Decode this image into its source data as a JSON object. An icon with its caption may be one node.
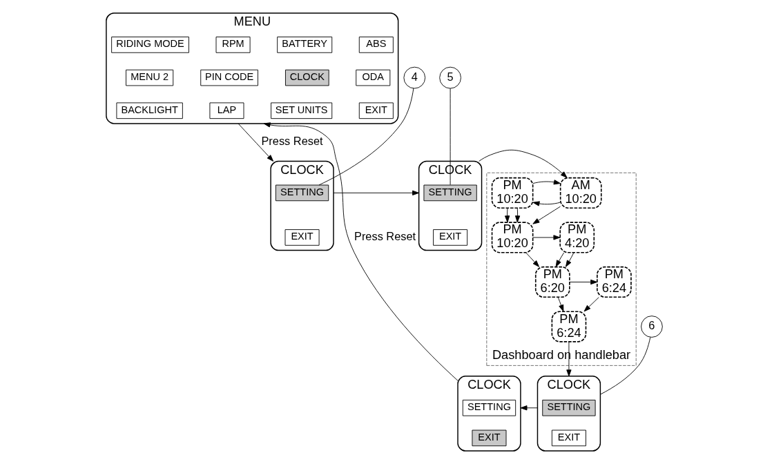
{
  "diagram": {
    "nodes": [
      {
        "text": [
          "MENU"
        ]
      },
      {
        "text": [
          "RIDING MODE"
        ],
        "in": 0
      },
      {
        "text": [
          "RPM"
        ],
        "in": 0
      },
      {
        "text": [
          "BATTERY"
        ],
        "in": 0
      },
      {
        "text": [
          "ABS"
        ],
        "in": 0
      },
      {
        "text": [
          "MENU 2"
        ],
        "in": 0
      },
      {
        "text": [
          "PIN CODE"
        ],
        "in": 0
      },
      {
        "text": [
          "CLOCK"
        ],
        "in": 0
      },
      {
        "text": [
          "ODA"
        ],
        "in": 0
      },
      {
        "text": [
          "BACKLIGHT"
        ],
        "in": 0
      },
      {
        "text": [
          "LAP"
        ],
        "in": 0
      },
      {
        "text": [
          "SET UNITS"
        ],
        "in": 0
      },
      {
        "text": [
          "EXIT"
        ],
        "in": 0
      },
      {
        "text": [
          "CLOCK"
        ]
      },
      {
        "text": [
          "SETTING"
        ],
        "in": 13
      },
      {
        "text": [
          "EXIT"
        ],
        "in": 13
      },
      {
        "text": [
          "CLOCK"
        ]
      },
      {
        "text": [
          "SETTING"
        ],
        "in": 16
      },
      {
        "text": [
          "EXIT"
        ],
        "in": 16
      },
      {
        "text": [
          "Dashboard on handlebar"
        ]
      },
      {
        "text": [
          "AM",
          "10:20"
        ],
        "in": 19
      },
      {
        "text": [
          "PM",
          "10:20"
        ],
        "in": 19
      },
      {
        "text": [
          "PM",
          "10:20"
        ],
        "in": 19
      },
      {
        "text": [
          "PM",
          "4:20"
        ],
        "in": 19
      },
      {
        "text": [
          "PM",
          "6:20"
        ],
        "in": 19
      },
      {
        "text": [
          "PM",
          "6:24"
        ],
        "in": 19
      },
      {
        "text": [
          "PM",
          "6:24"
        ],
        "in": 19
      },
      {
        "text": [
          "CLOCK"
        ]
      },
      {
        "text": [
          "SETTING"
        ],
        "in": 27
      },
      {
        "text": [
          "EXIT"
        ],
        "in": 27
      },
      {
        "text": [
          "CLOCK"
        ]
      },
      {
        "text": [
          "SETTING"
        ],
        "in": 30
      },
      {
        "text": [
          "EXIT"
        ],
        "in": 30
      },
      {
        "text": [
          "4"
        ]
      },
      {
        "text": [
          "5"
        ]
      },
      {
        "text": [
          "6"
        ]
      }
    ],
    "edges": [
      {
        "from": 0,
        "to": 13,
        "arrow": "to",
        "label": "Press Reset"
      },
      {
        "from": 13,
        "to": 16,
        "arrow": "to"
      },
      {
        "from": 16,
        "to": 20,
        "arrow": "to"
      },
      {
        "from": 20,
        "to": 21,
        "arrow": "to"
      },
      {
        "from": 21,
        "to": 20,
        "arrow": "to"
      },
      {
        "from": 20,
        "to": 22,
        "arrow": "to"
      },
      {
        "from": 21,
        "to": 22,
        "arrow": "to"
      },
      {
        "from": 21,
        "to": 22,
        "arrow": "to"
      },
      {
        "from": 22,
        "to": 23,
        "arrow": "to"
      },
      {
        "from": 22,
        "to": 24,
        "arrow": "to"
      },
      {
        "from": 23,
        "to": 24,
        "arrow": "to"
      },
      {
        "from": 23,
        "to": 24,
        "arrow": "to"
      },
      {
        "from": 24,
        "to": 25,
        "arrow": "to"
      },
      {
        "from": 24,
        "to": 26,
        "arrow": "to"
      },
      {
        "from": 25,
        "to": 26,
        "arrow": "to"
      },
      {
        "from": 26,
        "to": 27,
        "arrow": "to"
      },
      {
        "from": 27,
        "to": 30,
        "arrow": "to"
      },
      {
        "from": 30,
        "to": 0,
        "arrow": "to",
        "label": "Press Reset"
      },
      {
        "from": 33,
        "to": 14,
        "arrow": "none"
      },
      {
        "from": 34,
        "to": 17,
        "arrow": "none"
      },
      {
        "from": 35,
        "to": 27,
        "arrow": "none"
      }
    ]
  }
}
